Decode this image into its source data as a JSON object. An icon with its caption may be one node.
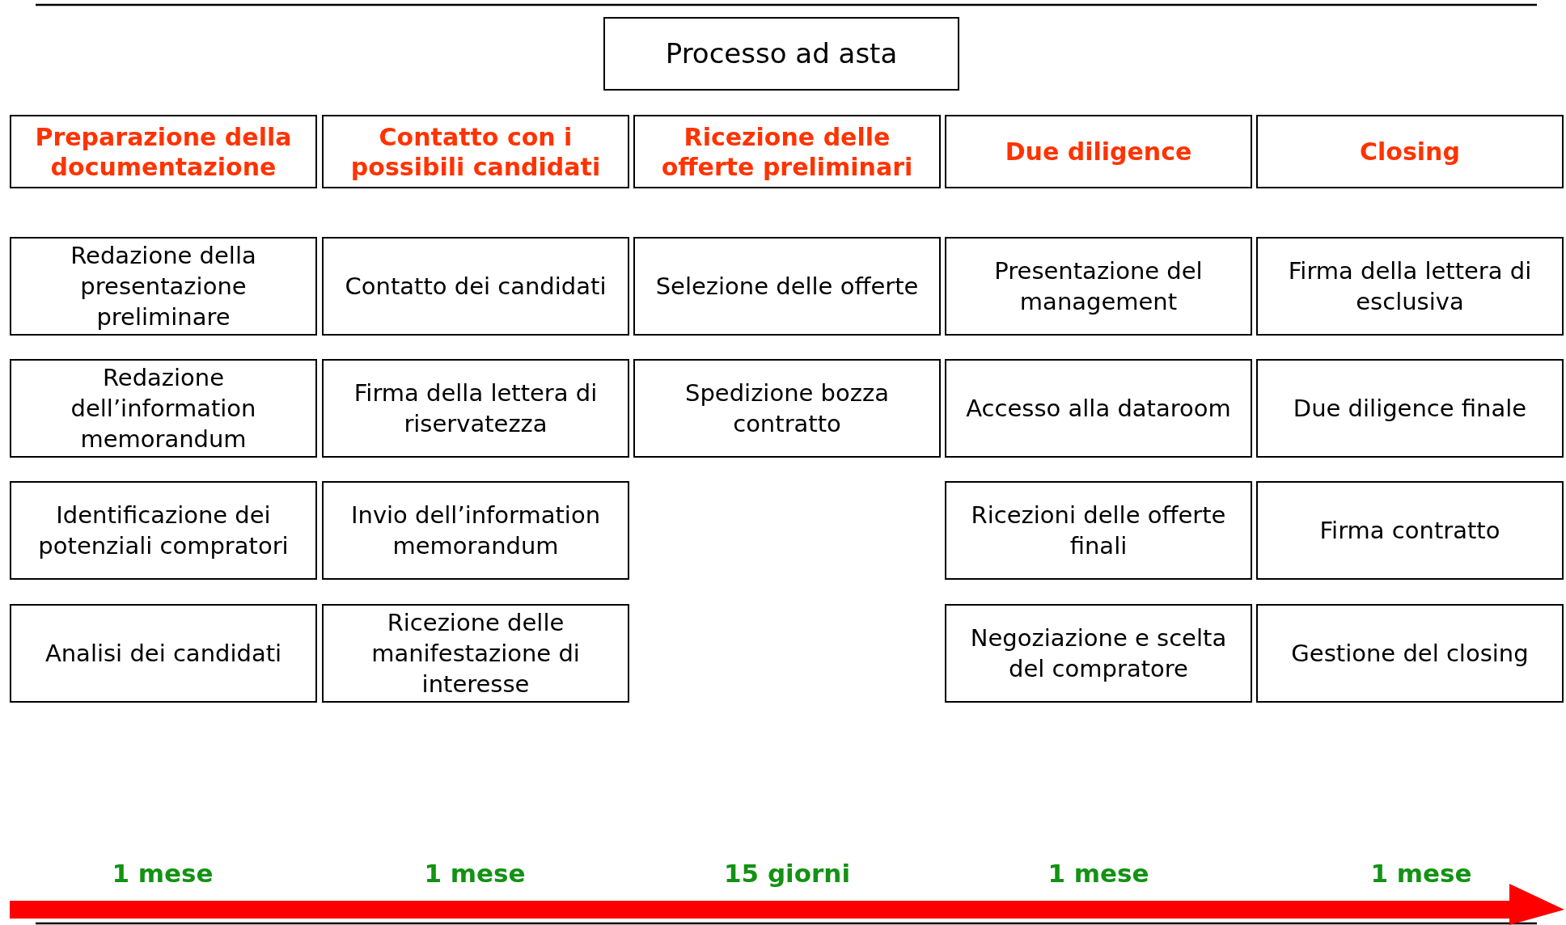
{
  "diagram": {
    "nodes": [
      {
        "text": [
          "Processo ad asta"
        ]
      },
      {
        "text": [
          "Preparazione della documentazione"
        ]
      },
      {
        "text": [
          "Contatto con i possibili candidati"
        ]
      },
      {
        "text": [
          "Ricezione delle offerte preliminari"
        ]
      },
      {
        "text": [
          "Due diligence"
        ]
      },
      {
        "text": [
          "Closing"
        ]
      },
      {
        "text": [
          "Redazione della presentazione preliminare"
        ]
      },
      {
        "text": [
          "Contatto dei candidati"
        ]
      },
      {
        "text": [
          "Selezione delle offerte"
        ]
      },
      {
        "text": [
          "Presentazione del management"
        ]
      },
      {
        "text": [
          "Firma della lettera di esclusiva"
        ]
      },
      {
        "text": [
          "Redazione dell’information memorandum"
        ]
      },
      {
        "text": [
          "Firma della lettera di riservatezza"
        ]
      },
      {
        "text": [
          "Spedizione bozza contratto"
        ]
      },
      {
        "text": [
          "Accesso alla dataroom"
        ]
      },
      {
        "text": [
          "Due diligence finale"
        ]
      },
      {
        "text": [
          "Identificazione dei potenziali compratori"
        ]
      },
      {
        "text": [
          "Invio dell’information memorandum"
        ]
      },
      {
        "text": [
          "Ricezioni delle offerte finali"
        ]
      },
      {
        "text": [
          "Firma contratto"
        ]
      },
      {
        "text": [
          "Analisi dei candidati"
        ]
      },
      {
        "text": [
          "Ricezione delle manifestazione di interesse"
        ]
      },
      {
        "text": [
          "Negoziazione e scelta del compratore"
        ]
      },
      {
        "text": [
          "Gestione del closing"
        ]
      }
    ],
    "edges": [],
    "labels": [
      "1 mese",
      "1 mese",
      "15 giorni",
      "1 mese",
      "1 mese"
    ]
  }
}
